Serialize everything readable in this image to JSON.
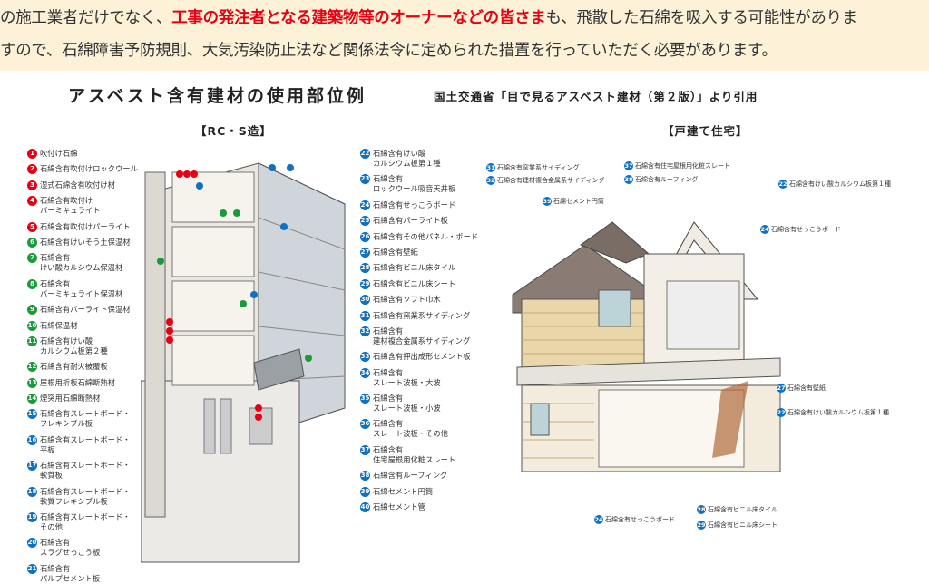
{
  "banner": {
    "line1_prefix": "の施工業者だけでなく、",
    "line1_highlight": "工事の発注者となる建築物等のオーナーなどの皆さま",
    "line1_suffix": "も、飛散した石綿を吸入する可能性がありま",
    "line2": "すので、石綿障害予防規則、大気汚染防止法など関係法令に定められた措置を行っていただく必要があります。"
  },
  "title": "アスベスト含有建材の使用部位例",
  "source": "国土交通省「目で見るアスベスト建材（第２版）」より引用",
  "headings": {
    "rc": "【RC・S造】",
    "house": "【戸建て住宅】"
  },
  "colors": {
    "red": "#e60012",
    "green": "#1a9a3a",
    "blue": "#1170c0",
    "banner_bg": "#fdf2d8"
  },
  "legend_left": [
    {
      "n": "1",
      "c": "red",
      "t": "吹付け石綿"
    },
    {
      "n": "2",
      "c": "red",
      "t": "石綿含有吹付けロックウール"
    },
    {
      "n": "3",
      "c": "red",
      "t": "湿式石綿含有吹付け材"
    },
    {
      "n": "4",
      "c": "red",
      "t": "石綿含有吹付け\nバーミキュライト"
    },
    {
      "n": "5",
      "c": "red",
      "t": "石綿含有吹付けパーライト"
    },
    {
      "n": "6",
      "c": "green",
      "t": "石綿含有けいそう土保温材"
    },
    {
      "n": "7",
      "c": "green",
      "t": "石綿含有\nけい酸カルシウム保温材"
    },
    {
      "n": "8",
      "c": "green",
      "t": "石綿含有\nバーミキュライト保温材"
    },
    {
      "n": "9",
      "c": "green",
      "t": "石綿含有パーライト保温材"
    },
    {
      "n": "10",
      "c": "green",
      "t": "石綿保温材"
    },
    {
      "n": "11",
      "c": "green",
      "t": "石綿含有けい酸\nカルシウム板第２種"
    },
    {
      "n": "12",
      "c": "green",
      "t": "石綿含有耐火被覆板"
    },
    {
      "n": "13",
      "c": "green",
      "t": "屋根用折板石綿断熱材"
    },
    {
      "n": "14",
      "c": "green",
      "t": "煙突用石綿断熱材"
    },
    {
      "n": "15",
      "c": "blue",
      "t": "石綿含有スレートボード・\nフレキシブル板"
    },
    {
      "n": "16",
      "c": "blue",
      "t": "石綿含有スレートボード・\n平板"
    },
    {
      "n": "17",
      "c": "blue",
      "t": "石綿含有スレートボード・\n軟質板"
    },
    {
      "n": "18",
      "c": "blue",
      "t": "石綿含有スレートボード・\n軟質フレキシブル板"
    },
    {
      "n": "19",
      "c": "blue",
      "t": "石綿含有スレートボード・\nその他"
    },
    {
      "n": "20",
      "c": "blue",
      "t": "石綿含有\nスラグせっこう板"
    },
    {
      "n": "21",
      "c": "blue",
      "t": "石綿含有\nパルプセメント板"
    }
  ],
  "legend_right": [
    {
      "n": "22",
      "c": "blue",
      "t": "石綿含有けい酸\nカルシウム板第１種"
    },
    {
      "n": "23",
      "c": "blue",
      "t": "石綿含有\nロックウール吸音天井板"
    },
    {
      "n": "24",
      "c": "blue",
      "t": "石綿含有せっこうボード"
    },
    {
      "n": "25",
      "c": "blue",
      "t": "石綿含有パーライト板"
    },
    {
      "n": "26",
      "c": "blue",
      "t": "石綿含有その他パネル・ボード"
    },
    {
      "n": "27",
      "c": "blue",
      "t": "石綿含有壁紙"
    },
    {
      "n": "28",
      "c": "blue",
      "t": "石綿含有ビニル床タイル"
    },
    {
      "n": "29",
      "c": "blue",
      "t": "石綿含有ビニル床シート"
    },
    {
      "n": "30",
      "c": "blue",
      "t": "石綿含有ソフト巾木"
    },
    {
      "n": "31",
      "c": "blue",
      "t": "石綿含有窯業系サイディング"
    },
    {
      "n": "32",
      "c": "blue",
      "t": "石綿含有\n建材複合金属系サイディング"
    },
    {
      "n": "33",
      "c": "blue",
      "t": "石綿含有押出成形セメント板"
    },
    {
      "n": "34",
      "c": "blue",
      "t": "石綿含有\nスレート波板・大波"
    },
    {
      "n": "35",
      "c": "blue",
      "t": "石綿含有\nスレート波板・小波"
    },
    {
      "n": "36",
      "c": "blue",
      "t": "石綿含有\nスレート波板・その他"
    },
    {
      "n": "37",
      "c": "blue",
      "t": "石綿含有\n住宅屋根用化粧スレート"
    },
    {
      "n": "38",
      "c": "blue",
      "t": "石綿含有ルーフィング"
    },
    {
      "n": "39",
      "c": "blue",
      "t": "石綿セメント円筒"
    },
    {
      "n": "40",
      "c": "blue",
      "t": "石綿セメント管"
    }
  ],
  "house_callouts": [
    {
      "n": "31",
      "t": "石綿含有窯業系サイディング"
    },
    {
      "n": "32",
      "t": "石綿含有建材複合金属系サイディング"
    },
    {
      "n": "37",
      "t": "石綿含有住宅屋根用化粧スレート"
    },
    {
      "n": "38",
      "t": "石綿含有ルーフィング"
    },
    {
      "n": "39",
      "t": "石綿セメント円筒"
    },
    {
      "n": "22",
      "t": "石綿含有けい酸カルシウム板第１種"
    },
    {
      "n": "24",
      "t": "石綿含有せっこうボード"
    },
    {
      "n": "27",
      "t": "石綿含有壁紙"
    },
    {
      "n": "22",
      "t": "石綿含有けい酸カルシウム板第１種"
    },
    {
      "n": "24",
      "t": "石綿含有せっこうボード"
    },
    {
      "n": "28",
      "t": "石綿含有ビニル床タイル"
    },
    {
      "n": "29",
      "t": "石綿含有ビニル床シート"
    }
  ]
}
